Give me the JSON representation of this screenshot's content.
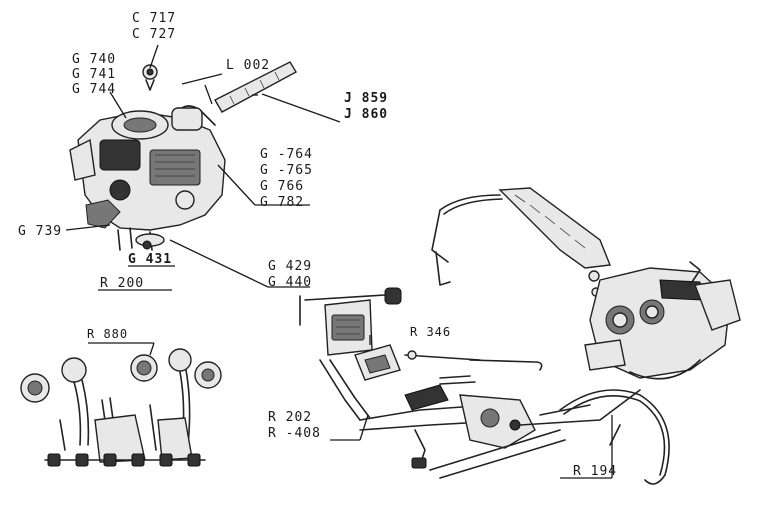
{
  "labels": {
    "c717": "C 717",
    "c727": "C 727",
    "g740": "G 740",
    "g741": "G 741",
    "g744": "G 744",
    "l002": "L 002",
    "j859": "J 859",
    "j860": "J 860",
    "g764": "G -764",
    "g765": "G -765",
    "g766": "G 766",
    "g782": "G 782",
    "g739": "G 739",
    "g431": "G 431",
    "g429": "G 429",
    "g440": "G 440",
    "r200": "R 200",
    "r880": "R 880",
    "r346": "R 346",
    "r202": "R 202",
    "r408": "R -408",
    "r194": "R 194"
  }
}
